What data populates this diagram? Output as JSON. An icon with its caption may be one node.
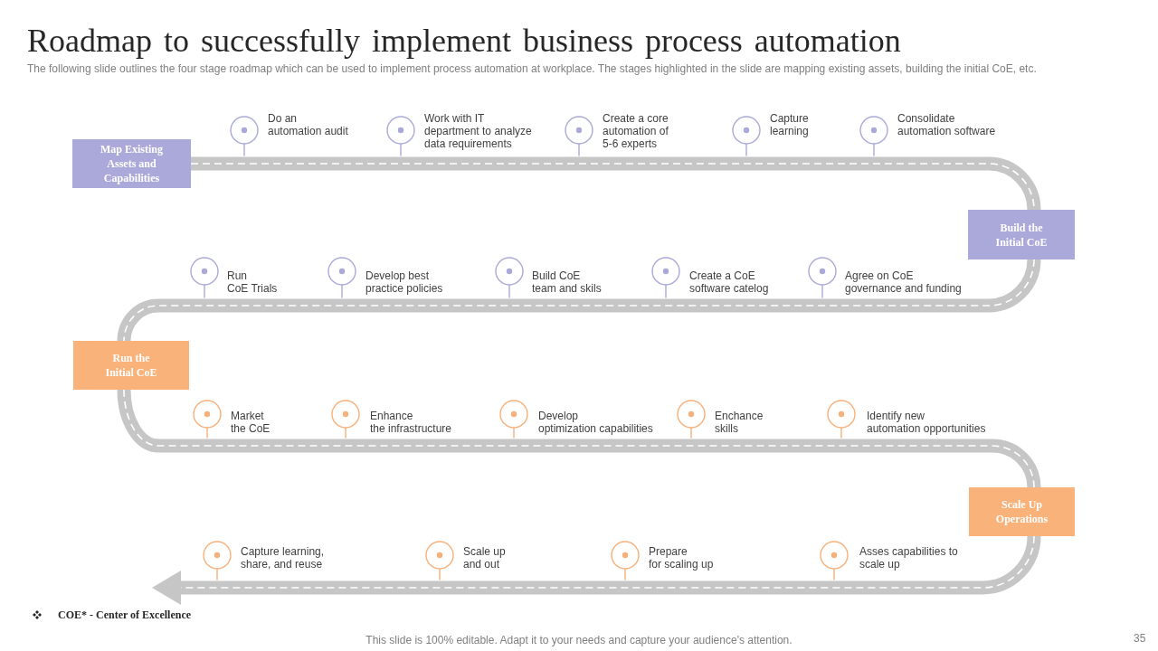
{
  "diagram": {
    "title": "Roadmap to successfully implement business process automation",
    "caption": "The following slide outlines the four stage roadmap which can be used to implement process automation at workplace. The stages highlighted in the slide are mapping existing assets, building the initial CoE, etc.",
    "nodes": [
      {
        "text": [
          "Map Existing Assets and Capabilities"
        ]
      },
      {
        "text": [
          "Build the Initial CoE"
        ]
      },
      {
        "text": [
          "Run the Initial CoE"
        ]
      },
      {
        "text": [
          "Scale Up Operations"
        ]
      }
    ],
    "edges": [
      {
        "from": 0,
        "to": 1,
        "arrow": "none"
      },
      {
        "from": 1,
        "to": 2,
        "arrow": "none"
      },
      {
        "from": 2,
        "to": 3,
        "arrow": "none"
      },
      {
        "from": 3,
        "to": null,
        "arrow": "to"
      }
    ],
    "labels": [
      "Do an automation audit",
      "Work with IT department to analyze data requirements",
      "Create a core automation of 5-6 experts",
      "Capture learning",
      "Consolidate automation software",
      "Run CoE Trials",
      "Develop best practice policies",
      "Build CoE team and skils",
      "Create a CoE software catelog",
      "Agree on CoE governance and funding",
      "Market the CoE",
      "Enhance the infrastructure",
      "Develop optimization capabilities",
      "Enchance skills",
      "Identify new automation opportunities",
      "Capture learning, share, and reuse",
      "Scale up and out",
      "Prepare for scaling up",
      "Asses capabilities to scale up",
      "COE* - Center of Excellence",
      "This slide is 100% editable. Adapt it to your needs and capture your audience's attention.",
      "35"
    ]
  }
}
